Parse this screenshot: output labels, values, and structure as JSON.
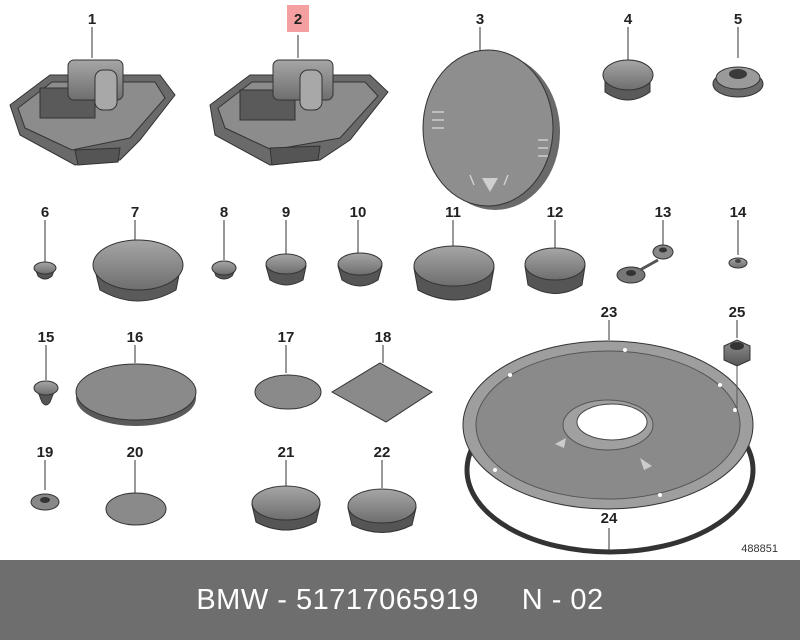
{
  "diagram": {
    "doc_number": "488851",
    "highlighted_label": "2",
    "highlight_color": "#f4a0a0",
    "part_color": "#8a8a8a",
    "part_dark": "#4a4a4a",
    "labels": [
      "1",
      "2",
      "3",
      "4",
      "5",
      "6",
      "7",
      "8",
      "9",
      "10",
      "11",
      "12",
      "13",
      "14",
      "15",
      "16",
      "17",
      "18",
      "19",
      "20",
      "21",
      "22",
      "23",
      "24",
      "25"
    ]
  },
  "footer": {
    "brand": "BMW",
    "sep1": " - ",
    "part_number": "51717065919",
    "gap": "     ",
    "position_code": "N - 02",
    "background": "#6e6e6e"
  }
}
